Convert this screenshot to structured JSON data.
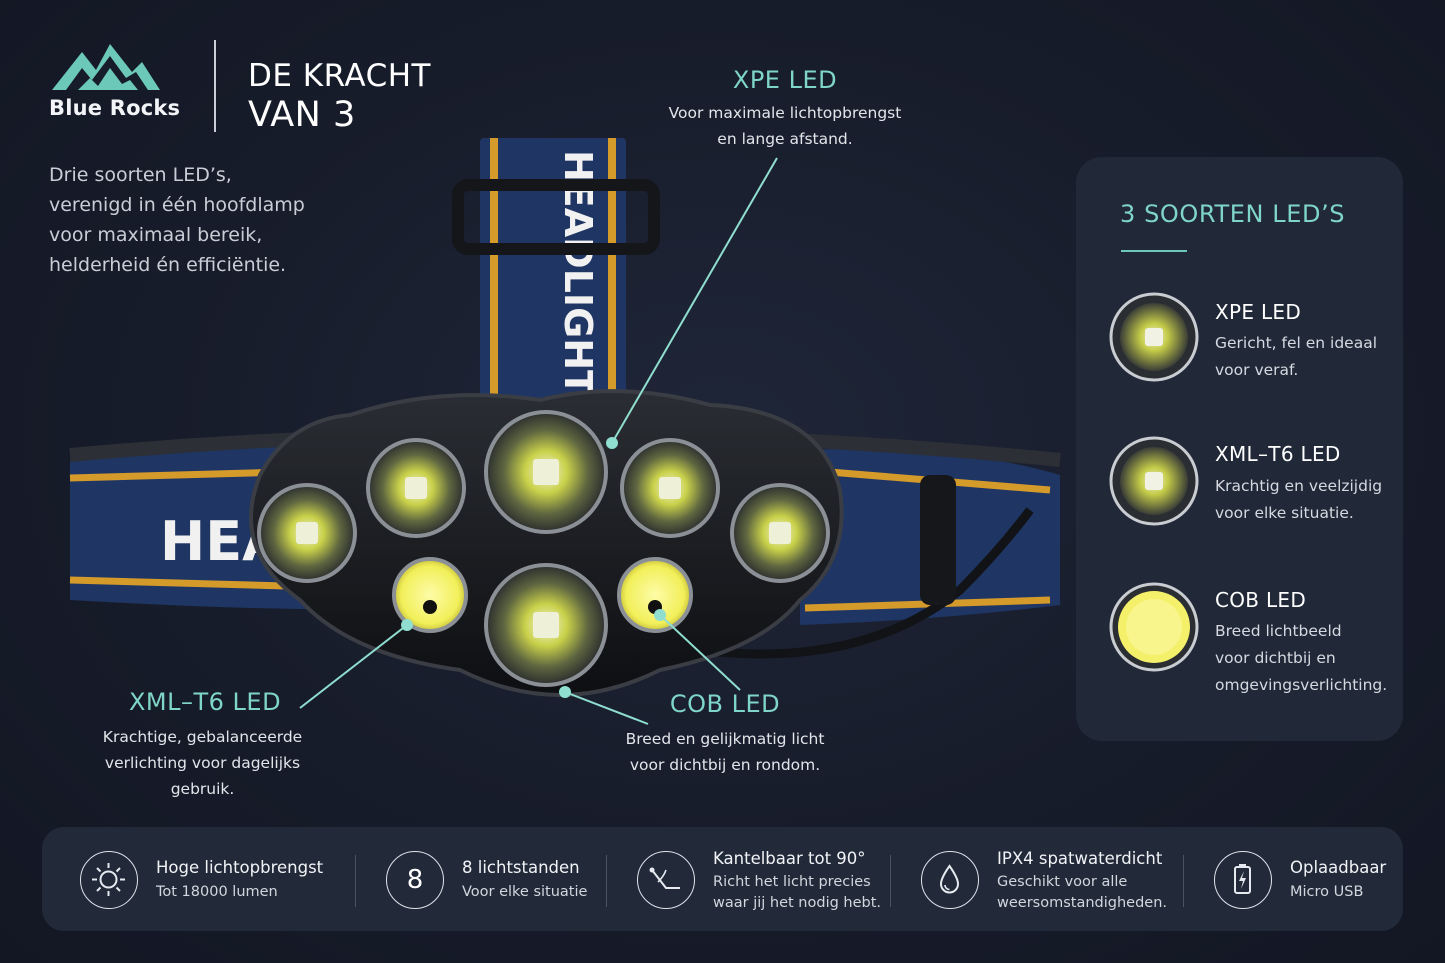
{
  "brand": {
    "name": "Blue Rocks",
    "headline_line1": "DE KRACHT",
    "headline_line2": "VAN 3",
    "logo": "mountain-logo",
    "accent_color": "#7fd6c8"
  },
  "intro": {
    "lines": [
      "Drie soorten LED’s,",
      "verenigd in één hoofdlamp",
      "voor maximaal bereik,",
      "helderheid én efficiëntie."
    ]
  },
  "product": {
    "strap_text_top": "HEADLIGHT",
    "strap_text_side": "HEADLIGHT"
  },
  "callouts": {
    "xpe": {
      "title": "XPE LED",
      "lines": [
        "Voor maximale lichtopbrengst",
        "en lange afstand."
      ]
    },
    "xml": {
      "title": "XML–T6 LED",
      "lines": [
        "Krachtige, gebalanceerde",
        "verlichting voor dagelijks",
        "gebruik."
      ]
    },
    "cob": {
      "title": "COB LED",
      "lines": [
        "Breed en gelijkmatig licht",
        "voor dichtbij en rondom."
      ]
    }
  },
  "panel": {
    "title": "3 SOORTEN LED’S",
    "items": [
      {
        "name": "XPE LED",
        "icon": "xpe-led-icon",
        "lines": [
          "Gericht, fel en ideaal",
          "voor veraf."
        ]
      },
      {
        "name": "XML–T6 LED",
        "icon": "xml-led-icon",
        "lines": [
          "Krachtig en veelzijdig",
          "voor elke situatie."
        ]
      },
      {
        "name": "COB LED",
        "icon": "cob-led-icon",
        "lines": [
          "Breed lichtbeeld",
          "voor dichtbij en",
          "omgevingsverlichting."
        ]
      }
    ]
  },
  "features": [
    {
      "icon": "sun-icon",
      "title": "Hoge lichtopbrengst",
      "lines": [
        "Tot 18000 lumen"
      ]
    },
    {
      "icon": "number-icon",
      "badge": "8",
      "title": "8 lichtstanden",
      "lines": [
        "Voor elke situatie"
      ]
    },
    {
      "icon": "tilt-icon",
      "title": "Kantelbaar tot 90°",
      "lines": [
        "Richt het licht precies",
        "waar jij het nodig hebt."
      ]
    },
    {
      "icon": "water-drop-icon",
      "title": "IPX4 spatwaterdicht",
      "lines": [
        "Geschikt voor alle",
        "weersomstandigheden."
      ]
    },
    {
      "icon": "battery-icon",
      "title": "Oplaadbaar",
      "lines": [
        "Micro USB"
      ]
    }
  ]
}
